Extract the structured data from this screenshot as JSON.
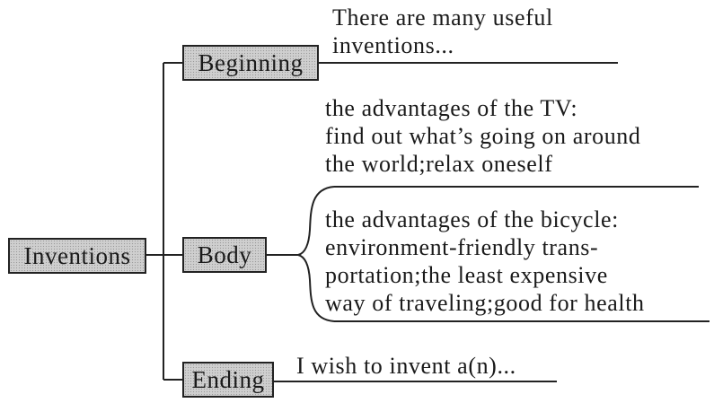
{
  "root": {
    "label": "Inventions"
  },
  "branches": {
    "beginning": {
      "label": "Beginning",
      "lines": [
        "There are many useful",
        "inventions..."
      ]
    },
    "body": {
      "label": "Body",
      "tv_lines": [
        "the advantages of the TV:",
        "find out what’s going on around",
        "the world;relax oneself"
      ],
      "bicycle_lines": [
        "the advantages of the bicycle:",
        "environment-friendly trans-",
        "portation;the  least expensive",
        "way of traveling;good for health"
      ]
    },
    "ending": {
      "label": "Ending",
      "lines": [
        "I wish to invent a(n)..."
      ]
    }
  }
}
